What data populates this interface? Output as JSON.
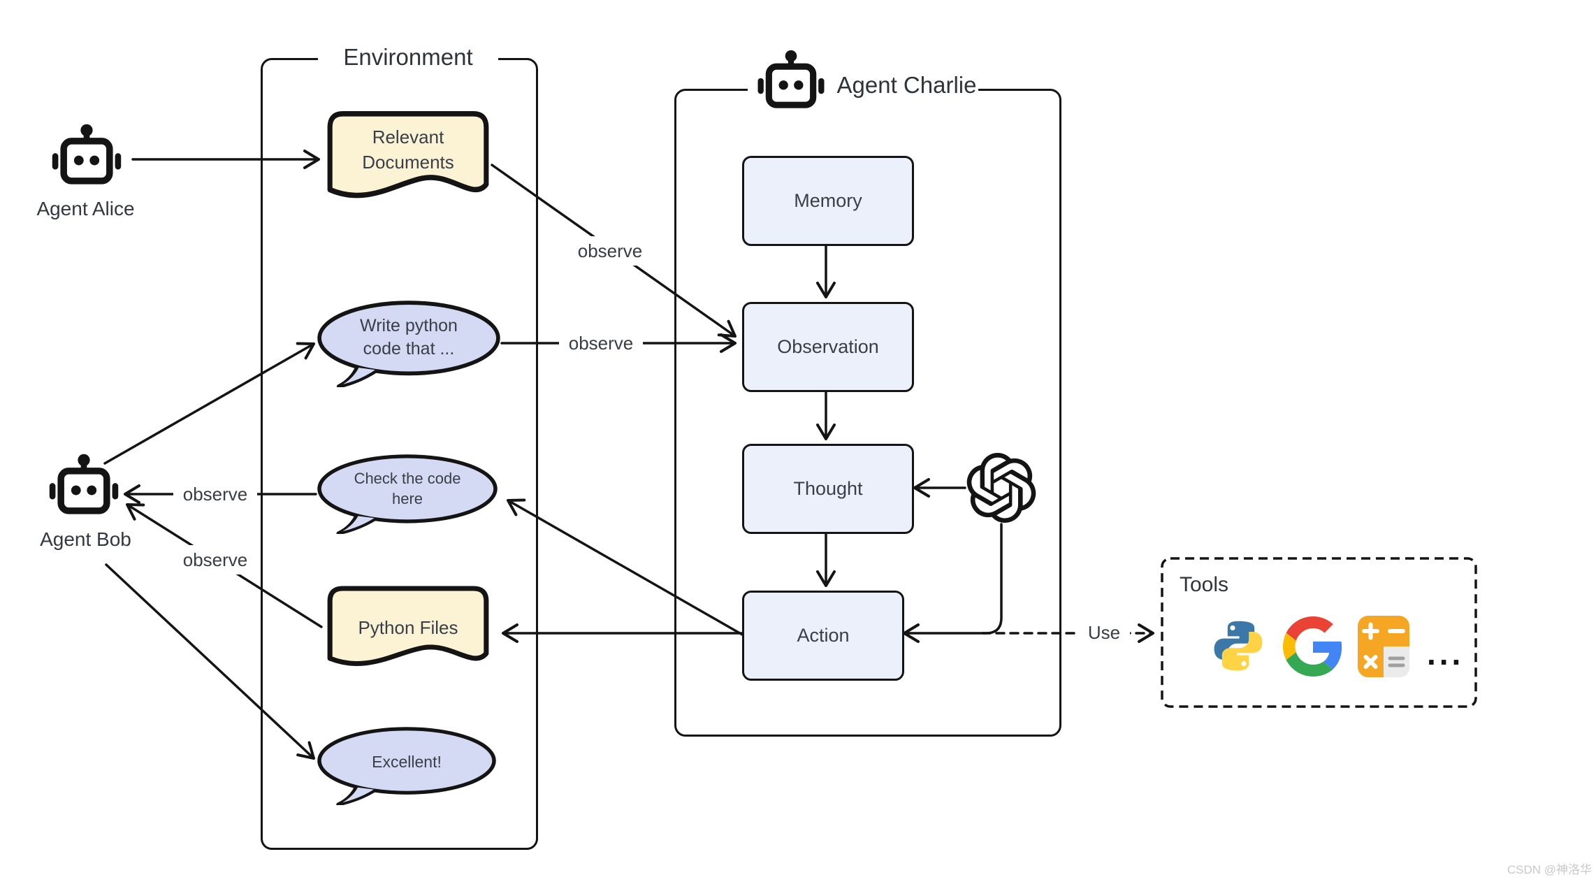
{
  "agents": {
    "alice": {
      "label": "Agent Alice",
      "icon": "robot-icon"
    },
    "bob": {
      "label": "Agent Bob",
      "icon": "robot-icon"
    },
    "charlie": {
      "label": "Agent Charlie",
      "icon": "robot-icon"
    }
  },
  "environment": {
    "title": "Environment",
    "relevant_documents": {
      "line1": "Relevant",
      "line2": "Documents"
    },
    "write_bubble": {
      "line1": "Write python",
      "line2": "code that ..."
    },
    "check_bubble": {
      "line1": "Check the code",
      "line2": "here"
    },
    "python_files": {
      "label": "Python Files"
    },
    "excellent_bubble": {
      "label": "Excellent!"
    }
  },
  "charlie_pipeline": {
    "memory": "Memory",
    "observation": "Observation",
    "thought": "Thought",
    "action": "Action",
    "llm_icon": "openai-logo-icon"
  },
  "edge_labels": {
    "observe_docs": "observe",
    "observe_write": "observe",
    "observe_check": "observe",
    "observe_files": "observe",
    "use": "Use"
  },
  "tools": {
    "title": "Tools",
    "python_icon": "python-logo",
    "google_icon": "google-logo",
    "calculator_icon": "calculator-icon",
    "more": "..."
  },
  "watermark": "CSDN @神洛华",
  "colors": {
    "line": "#141414",
    "node_fill": "#ecf0fb",
    "bubble_fill": "#d4daf4",
    "document_fill": "#fcf3d5",
    "python_blue": "#3b77a7",
    "python_yellow": "#ffd343",
    "google_red": "#ea4335",
    "google_blue": "#4285f4",
    "google_yellow": "#fbbc05",
    "google_green": "#34a853",
    "calculator_orange": "#f5a623"
  }
}
